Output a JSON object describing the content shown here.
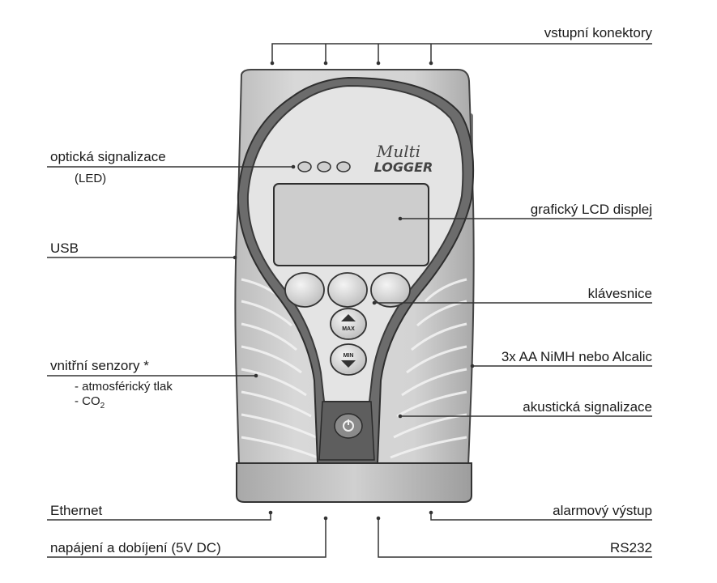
{
  "brand": {
    "line1": "Multi",
    "line2": "LOGGER"
  },
  "buttons": {
    "max": "MAX",
    "min": "MIN",
    "power_symbol": "power-icon"
  },
  "labels": {
    "input_connectors": "vstupní konektory",
    "optical_signal": "optická signalizace",
    "optical_signal_sub": "(LED)",
    "lcd_display": "grafický LCD displej",
    "usb": "USB",
    "keyboard": "klávesnice",
    "internal_sensors": "vnitřní senzory *",
    "sensor_pressure": "- atmosférický tlak",
    "sensor_co2_prefix": "- CO",
    "sensor_co2_sub": "2",
    "batteries": "3x AA NiMH nebo Alcalic",
    "acoustic_signal": "akustická signalizace",
    "ethernet": "Ethernet",
    "alarm_output": "alarmový výstup",
    "power_charging": "napájení a dobíjení (5V DC)",
    "rs232": "RS232"
  },
  "colors": {
    "body_light": "#d9d9d9",
    "body_mid": "#b5b5b5",
    "body_dark": "#6e6e6e",
    "face": "#e6e6e6",
    "screen": "#cfcfcf",
    "line": "#333333"
  }
}
